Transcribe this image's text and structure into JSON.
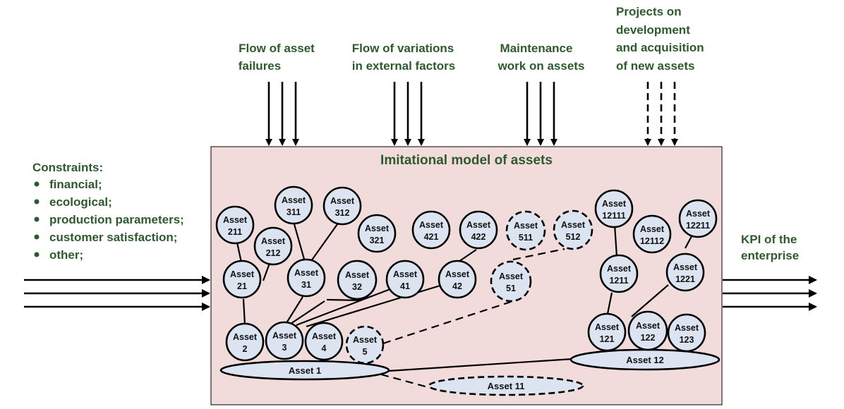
{
  "inputs": {
    "asset_failures": [
      "Flow of asset",
      "failures"
    ],
    "external_factors": [
      "Flow of variations",
      "in external factors"
    ],
    "maintenance": [
      "Maintenance",
      "work on assets"
    ],
    "projects": [
      "Projects on",
      "development",
      "and acquisition",
      "of new assets"
    ]
  },
  "constraints": {
    "title": "Constraints:",
    "items": [
      "financial;",
      "ecological;",
      "production parameters;",
      "customer satisfaction;",
      "other;"
    ]
  },
  "output": {
    "lines": [
      "KPI of the",
      "enterprise"
    ]
  },
  "model": {
    "title": "Imitational model of assets"
  },
  "assets": {
    "a211": [
      "Asset",
      "211"
    ],
    "a212": [
      "Asset",
      "212"
    ],
    "a311": [
      "Asset",
      "311"
    ],
    "a312": [
      "Asset",
      "312"
    ],
    "a321": [
      "Asset",
      "321"
    ],
    "a421": [
      "Asset",
      "421"
    ],
    "a422": [
      "Asset",
      "422"
    ],
    "a511": [
      "Asset",
      "511"
    ],
    "a512": [
      "Asset",
      "512"
    ],
    "a21": [
      "Asset",
      "21"
    ],
    "a31": [
      "Asset",
      "31"
    ],
    "a32": [
      "Asset",
      "32"
    ],
    "a41": [
      "Asset",
      "41"
    ],
    "a42": [
      "Asset",
      "42"
    ],
    "a51": [
      "Asset",
      "51"
    ],
    "a2": [
      "Asset",
      "2"
    ],
    "a3": [
      "Asset",
      "3"
    ],
    "a4": [
      "Asset",
      "4"
    ],
    "a5": [
      "Asset",
      "5"
    ],
    "a1": "Asset 1",
    "a11": "Asset 11",
    "a12": "Asset 12",
    "a12111": [
      "Asset",
      "12111"
    ],
    "a12112": [
      "Asset",
      "12112"
    ],
    "a12211": [
      "Asset",
      "12211"
    ],
    "a1211": [
      "Asset",
      "1211"
    ],
    "a1221": [
      "Asset",
      "1221"
    ],
    "a121": [
      "Asset",
      "121"
    ],
    "a122": [
      "Asset",
      "122"
    ],
    "a123": [
      "Asset",
      "123"
    ]
  },
  "colors": {
    "model_fill": "#f2dcdb",
    "node_fill": "#dbe4f0",
    "label_green": "#2e5a2e"
  }
}
